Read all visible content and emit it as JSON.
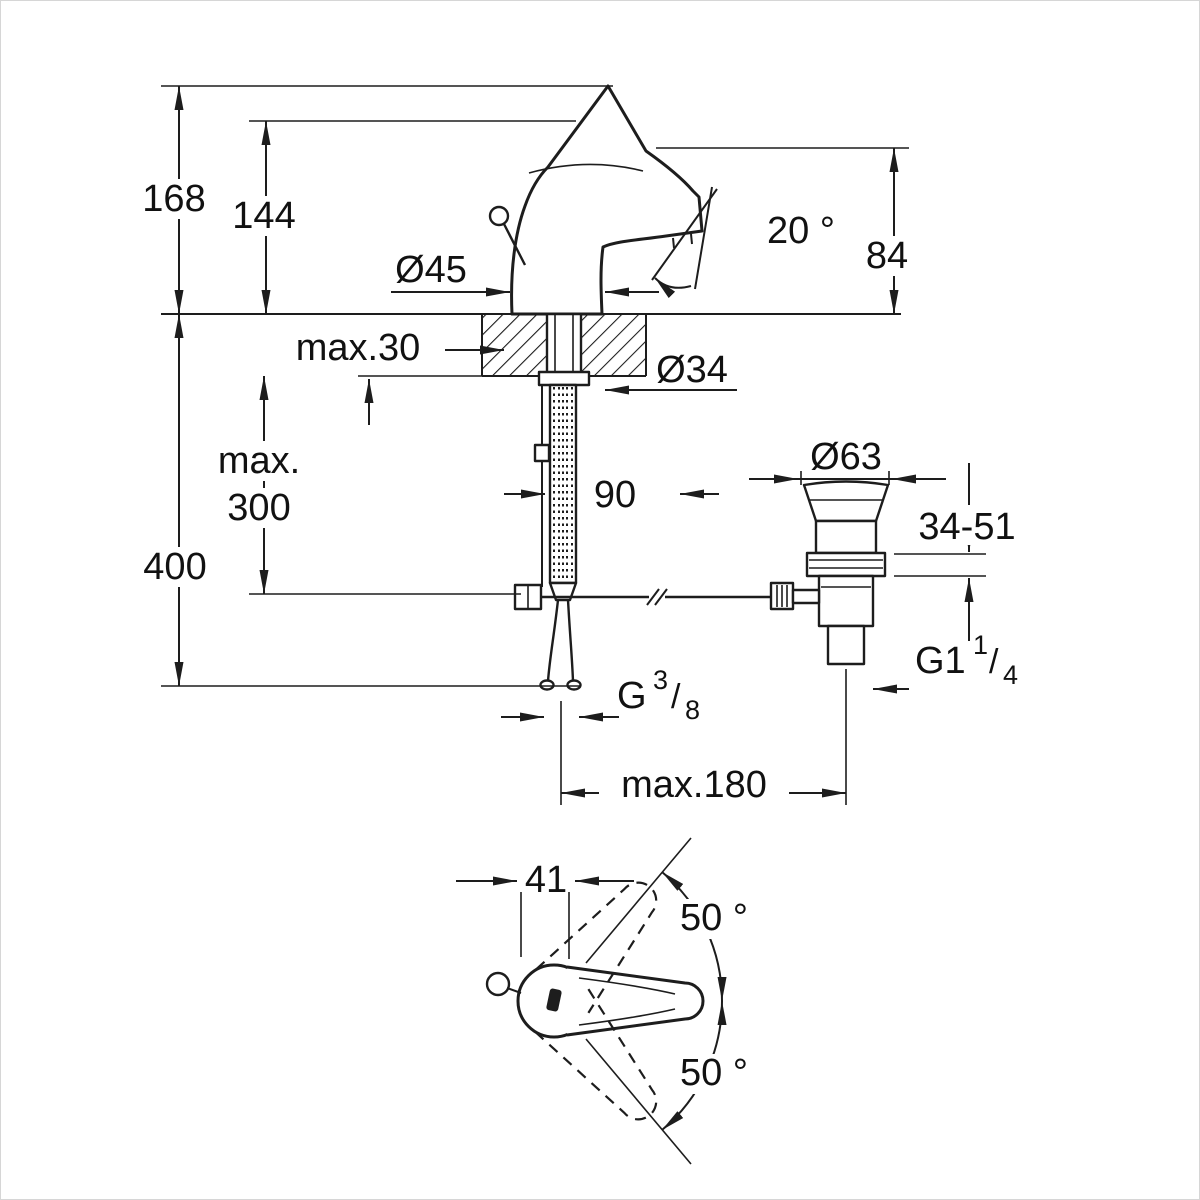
{
  "colors": {
    "background": "#ffffff",
    "ink": "#1d1d1d"
  },
  "side_view": {
    "labels": {
      "overall_height": "168",
      "lever_top_height": "144",
      "spout_angle": "20 °",
      "spout_outlet_height": "84",
      "body_diameter": "Ø45",
      "deck_max_thickness": "max.30",
      "mounting_hole_diameter": "Ø34",
      "hose_length_word": "max.",
      "hose_length_value": "300",
      "under_deck_depth": "400",
      "hose_offset": "90",
      "waste_flange_diameter": "Ø63",
      "waste_clamp_range": "34-51",
      "max_pull_rod_reach": "max.180",
      "supply_thread": {
        "prefix": "G",
        "numerator": "3",
        "slash": "/",
        "denominator": "8"
      },
      "waste_thread": {
        "prefix": "G1",
        "numerator": "1",
        "slash": "/",
        "denominator": "4"
      }
    }
  },
  "top_view": {
    "labels": {
      "body_width": "41",
      "swing_up": "50 °",
      "swing_down": "50 °"
    }
  }
}
